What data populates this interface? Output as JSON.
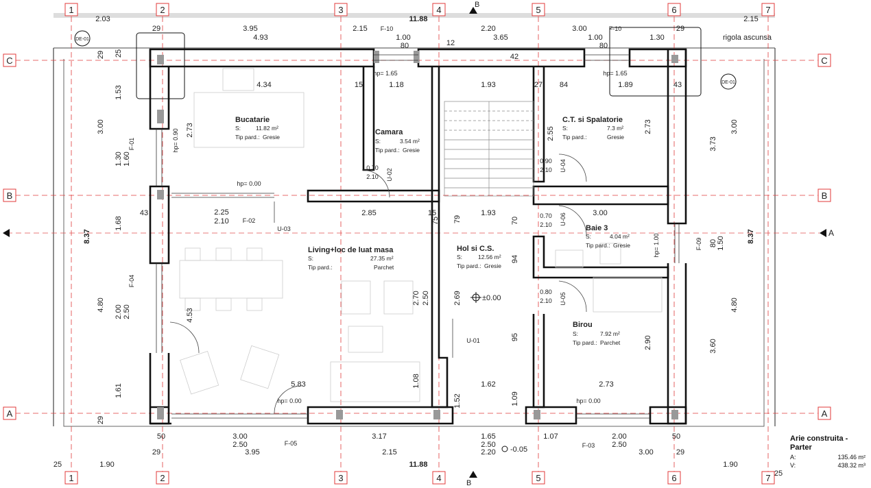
{
  "grid_columns": [
    "1",
    "2",
    "3",
    "4",
    "5",
    "6",
    "7"
  ],
  "grid_rows": [
    "A",
    "B",
    "C"
  ],
  "section_marks": {
    "a_left": "A",
    "a_right": "A",
    "b_top": "B",
    "b_bottom": "B"
  },
  "detail_tags": [
    "DE-01",
    "DE-01"
  ],
  "rigola": "rigola ascunsa",
  "top_dims": {
    "overall": "11.88",
    "left_out": "2.03",
    "right_out": "2.15",
    "row1": [
      "29",
      "3.95",
      "2.15",
      "F-10",
      "2.20",
      "3.00",
      "F-10",
      "29"
    ],
    "row2": [
      "4.93",
      "1.00",
      "3.65",
      "1.00",
      "1.30"
    ],
    "row3": [
      "80",
      "12",
      "42",
      "80"
    ]
  },
  "bottom_dims": {
    "overall": "11.88",
    "left_out": "1.90",
    "right_out": "1.90",
    "edge_left": "25",
    "edge_right": "25",
    "row1": [
      "50",
      "3.00",
      "3.17",
      "1.65",
      "1.07",
      "2.00",
      "50"
    ],
    "row2": [
      "2.50",
      "2.50",
      "2.50"
    ],
    "row3": [
      "29",
      "3.95",
      "2.15",
      "2.20",
      "3.00",
      "29"
    ],
    "windows": [
      "F-05",
      "F-03"
    ],
    "level": "-0.05"
  },
  "side_dims": {
    "left_total": "8.37",
    "right_total": "8.37",
    "left": [
      "1.53",
      "3.00",
      "1.30",
      "1.60",
      "1.68",
      "4.80",
      "2.00",
      "2.50",
      "1.61",
      "29",
      "29",
      "25",
      "43"
    ],
    "right": [
      "3.00",
      "3.73",
      "80",
      "1.50",
      "4.80",
      "3.60"
    ]
  },
  "rooms": [
    {
      "name": "Bucatarie",
      "area": "11.82 m²",
      "floor": "Gresie"
    },
    {
      "name": "Camara",
      "area": "3.54 m²",
      "floor": "Gresie"
    },
    {
      "name": "C.T. si Spalatorie",
      "area": "7.3 m²",
      "floor": "Gresie"
    },
    {
      "name": "Living+loc de luat masa",
      "area": "27.35 m²",
      "floor": "Parchet"
    },
    {
      "name": "Hol si C.S.",
      "area": "12.56 m²",
      "floor": "Gresie"
    },
    {
      "name": "Baie 3",
      "area": "4.04 m²",
      "floor": "Gresie"
    },
    {
      "name": "Birou",
      "area": "7.92 m²",
      "floor": "Parchet"
    }
  ],
  "room_labels": {
    "s": "S:",
    "floor": "Tip pard.:"
  },
  "inner_dims": [
    "4.34",
    "15",
    "1.18",
    "1.93",
    "27",
    "84",
    "1.89",
    "43",
    "2.73",
    "2.55",
    "2.73",
    "2.25",
    "2.10",
    "2.85",
    "15",
    "1.93",
    "3.00",
    "4.53",
    "2.70",
    "2.50",
    "2.69",
    "2.90",
    "5.83",
    "1.08",
    "1.62",
    "2.73",
    "1.52",
    "1.09",
    "95",
    "94",
    "70",
    "79",
    "75"
  ],
  "openings": [
    "F-01",
    "F-02",
    "F-04",
    "F-09",
    "U-01",
    "U-02",
    "U-03",
    "U-04",
    "U-05",
    "U-06",
    "hp= 1.65",
    "hp= 1.65",
    "hp= 0.00",
    "hp= 0.00",
    "hp= 0.00",
    "hp= 0.90",
    "hp= 1.00"
  ],
  "door_sizes": [
    "0.70",
    "2.10",
    "0.90",
    "2.10",
    "0.70",
    "2.10",
    "0.80",
    "2.10"
  ],
  "level_mark": "±0.00",
  "summary": {
    "title": "Arie construita - Parter",
    "a_label": "A:",
    "a_value": "135.46 m²",
    "v_label": "V:",
    "v_value": "438.32 m³"
  }
}
